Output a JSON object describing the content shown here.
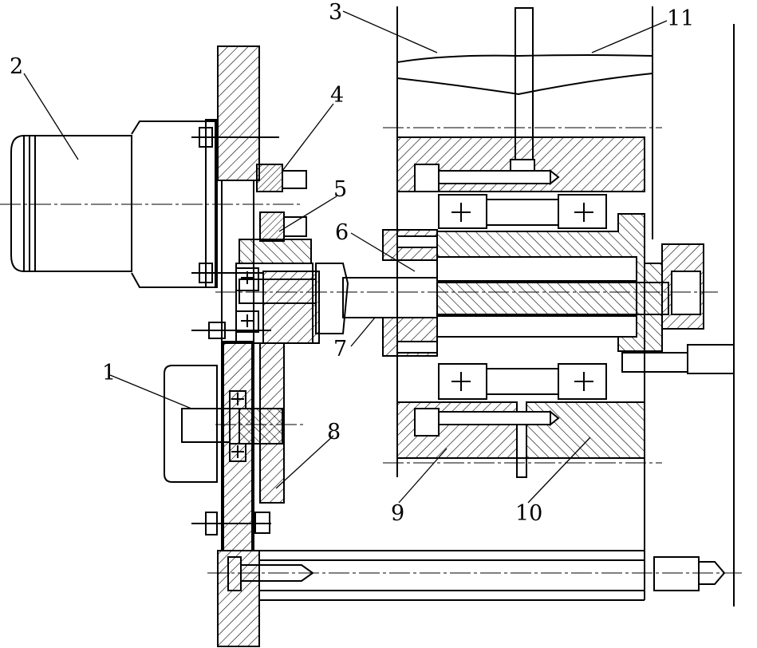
{
  "callouts": [
    {
      "id": "1",
      "text": "1"
    },
    {
      "id": "2",
      "text": "2"
    },
    {
      "id": "3",
      "text": "3"
    },
    {
      "id": "4",
      "text": "4"
    },
    {
      "id": "5",
      "text": "5"
    },
    {
      "id": "6",
      "text": "6"
    },
    {
      "id": "7",
      "text": "7"
    },
    {
      "id": "8",
      "text": "8"
    },
    {
      "id": "9",
      "text": "9"
    },
    {
      "id": "10",
      "text": "10"
    },
    {
      "id": "11",
      "text": "11"
    }
  ],
  "colors": {
    "ink": "#000000",
    "paper": "#ffffff"
  }
}
